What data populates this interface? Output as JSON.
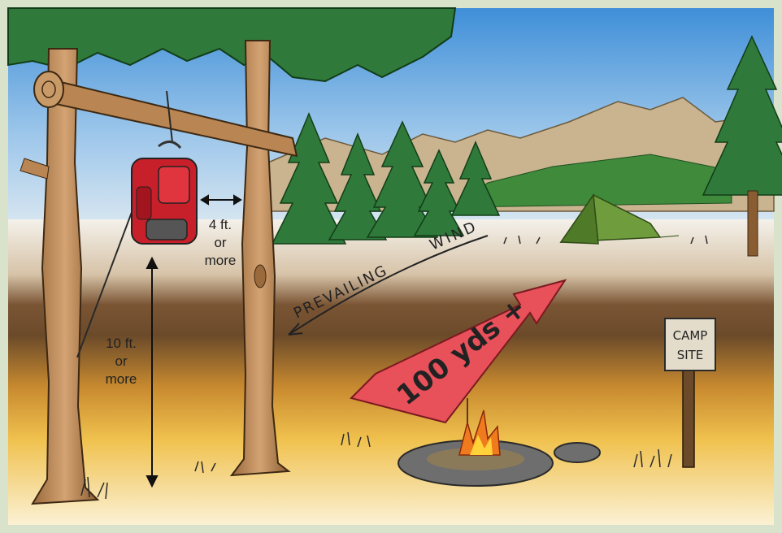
{
  "labels": {
    "horizontal_distance": [
      "4 ft.",
      "or",
      "more"
    ],
    "vertical_distance": [
      "10 ft.",
      "or",
      "more"
    ],
    "prevailing": "PREVAILING",
    "wind": "WIND",
    "distance_arrow": "100 yds +",
    "sign": [
      "CAMP",
      "SITE"
    ]
  },
  "colors": {
    "frame": "#d9e3cc",
    "sky_top": "#3f8fd8",
    "sky_bottom": "#cfe3f3",
    "ground_brown": "#6b4a2a",
    "ground_sand": "#e7b84a",
    "foliage": "#2f7a3a",
    "trunk": "#b98552",
    "backpack": "#c8202a",
    "arrow": "#e8505a",
    "tent": "#6f9c3c",
    "mountains": "#c9b48f"
  },
  "icons": [
    "backpack-icon",
    "tent-icon",
    "campfire-icon",
    "sign-icon"
  ]
}
